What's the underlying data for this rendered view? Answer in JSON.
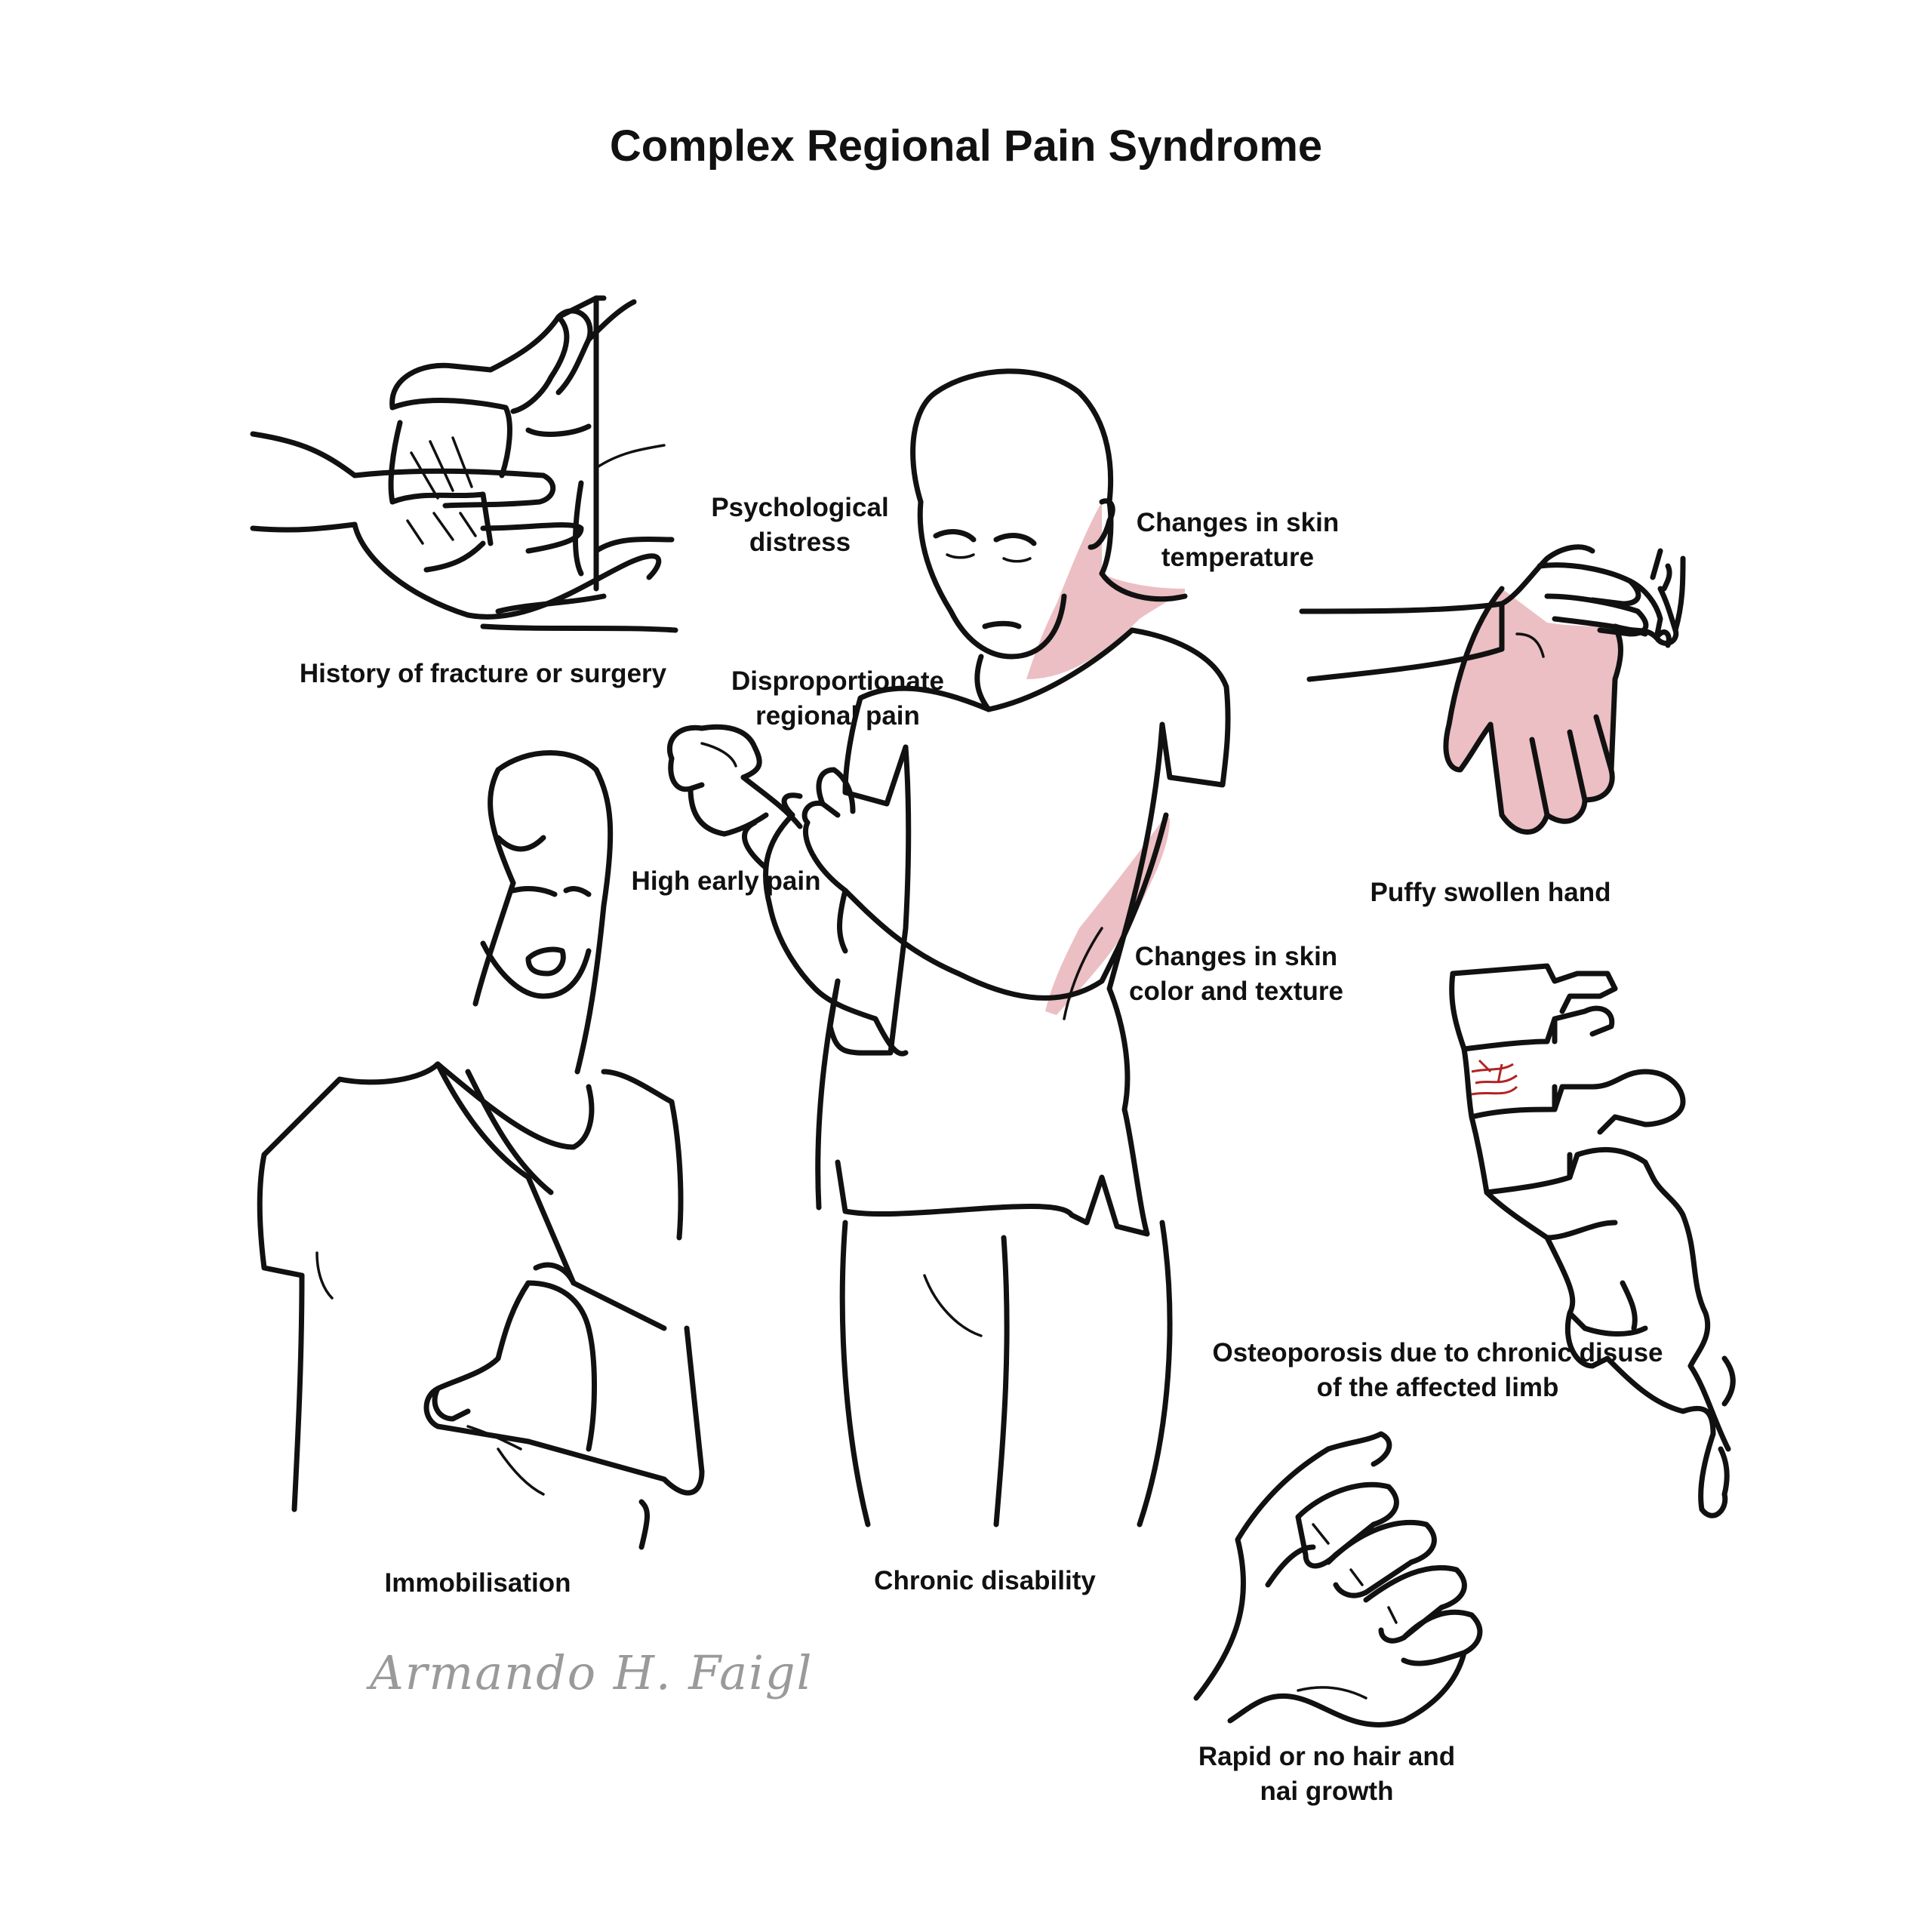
{
  "title": "Complex Regional Pain Syndrome",
  "labels": {
    "history": "History of fracture or surgery",
    "psych": "Psychological\ndistress",
    "skin_temp": "Changes in skin\ntemperature",
    "disproportionate": "Disproportionate\nregional pain",
    "puffy": "Puffy swollen hand",
    "high_early": "High early pain",
    "skin_color": "Changes in skin\ncolor and texture",
    "osteoporosis": "Osteoporosis due to chronic disuse\nof the affected limb",
    "immobilisation": "Immobilisation",
    "chronic": "Chronic disability",
    "hair": "Rapid or no hair and\nnai growth"
  },
  "signature": "Armando H. Faigl",
  "colors": {
    "line": "#111111",
    "skin_highlight": "#e8b4b8",
    "fracture_mark": "#b22222",
    "signature": "#9a9a9a"
  }
}
